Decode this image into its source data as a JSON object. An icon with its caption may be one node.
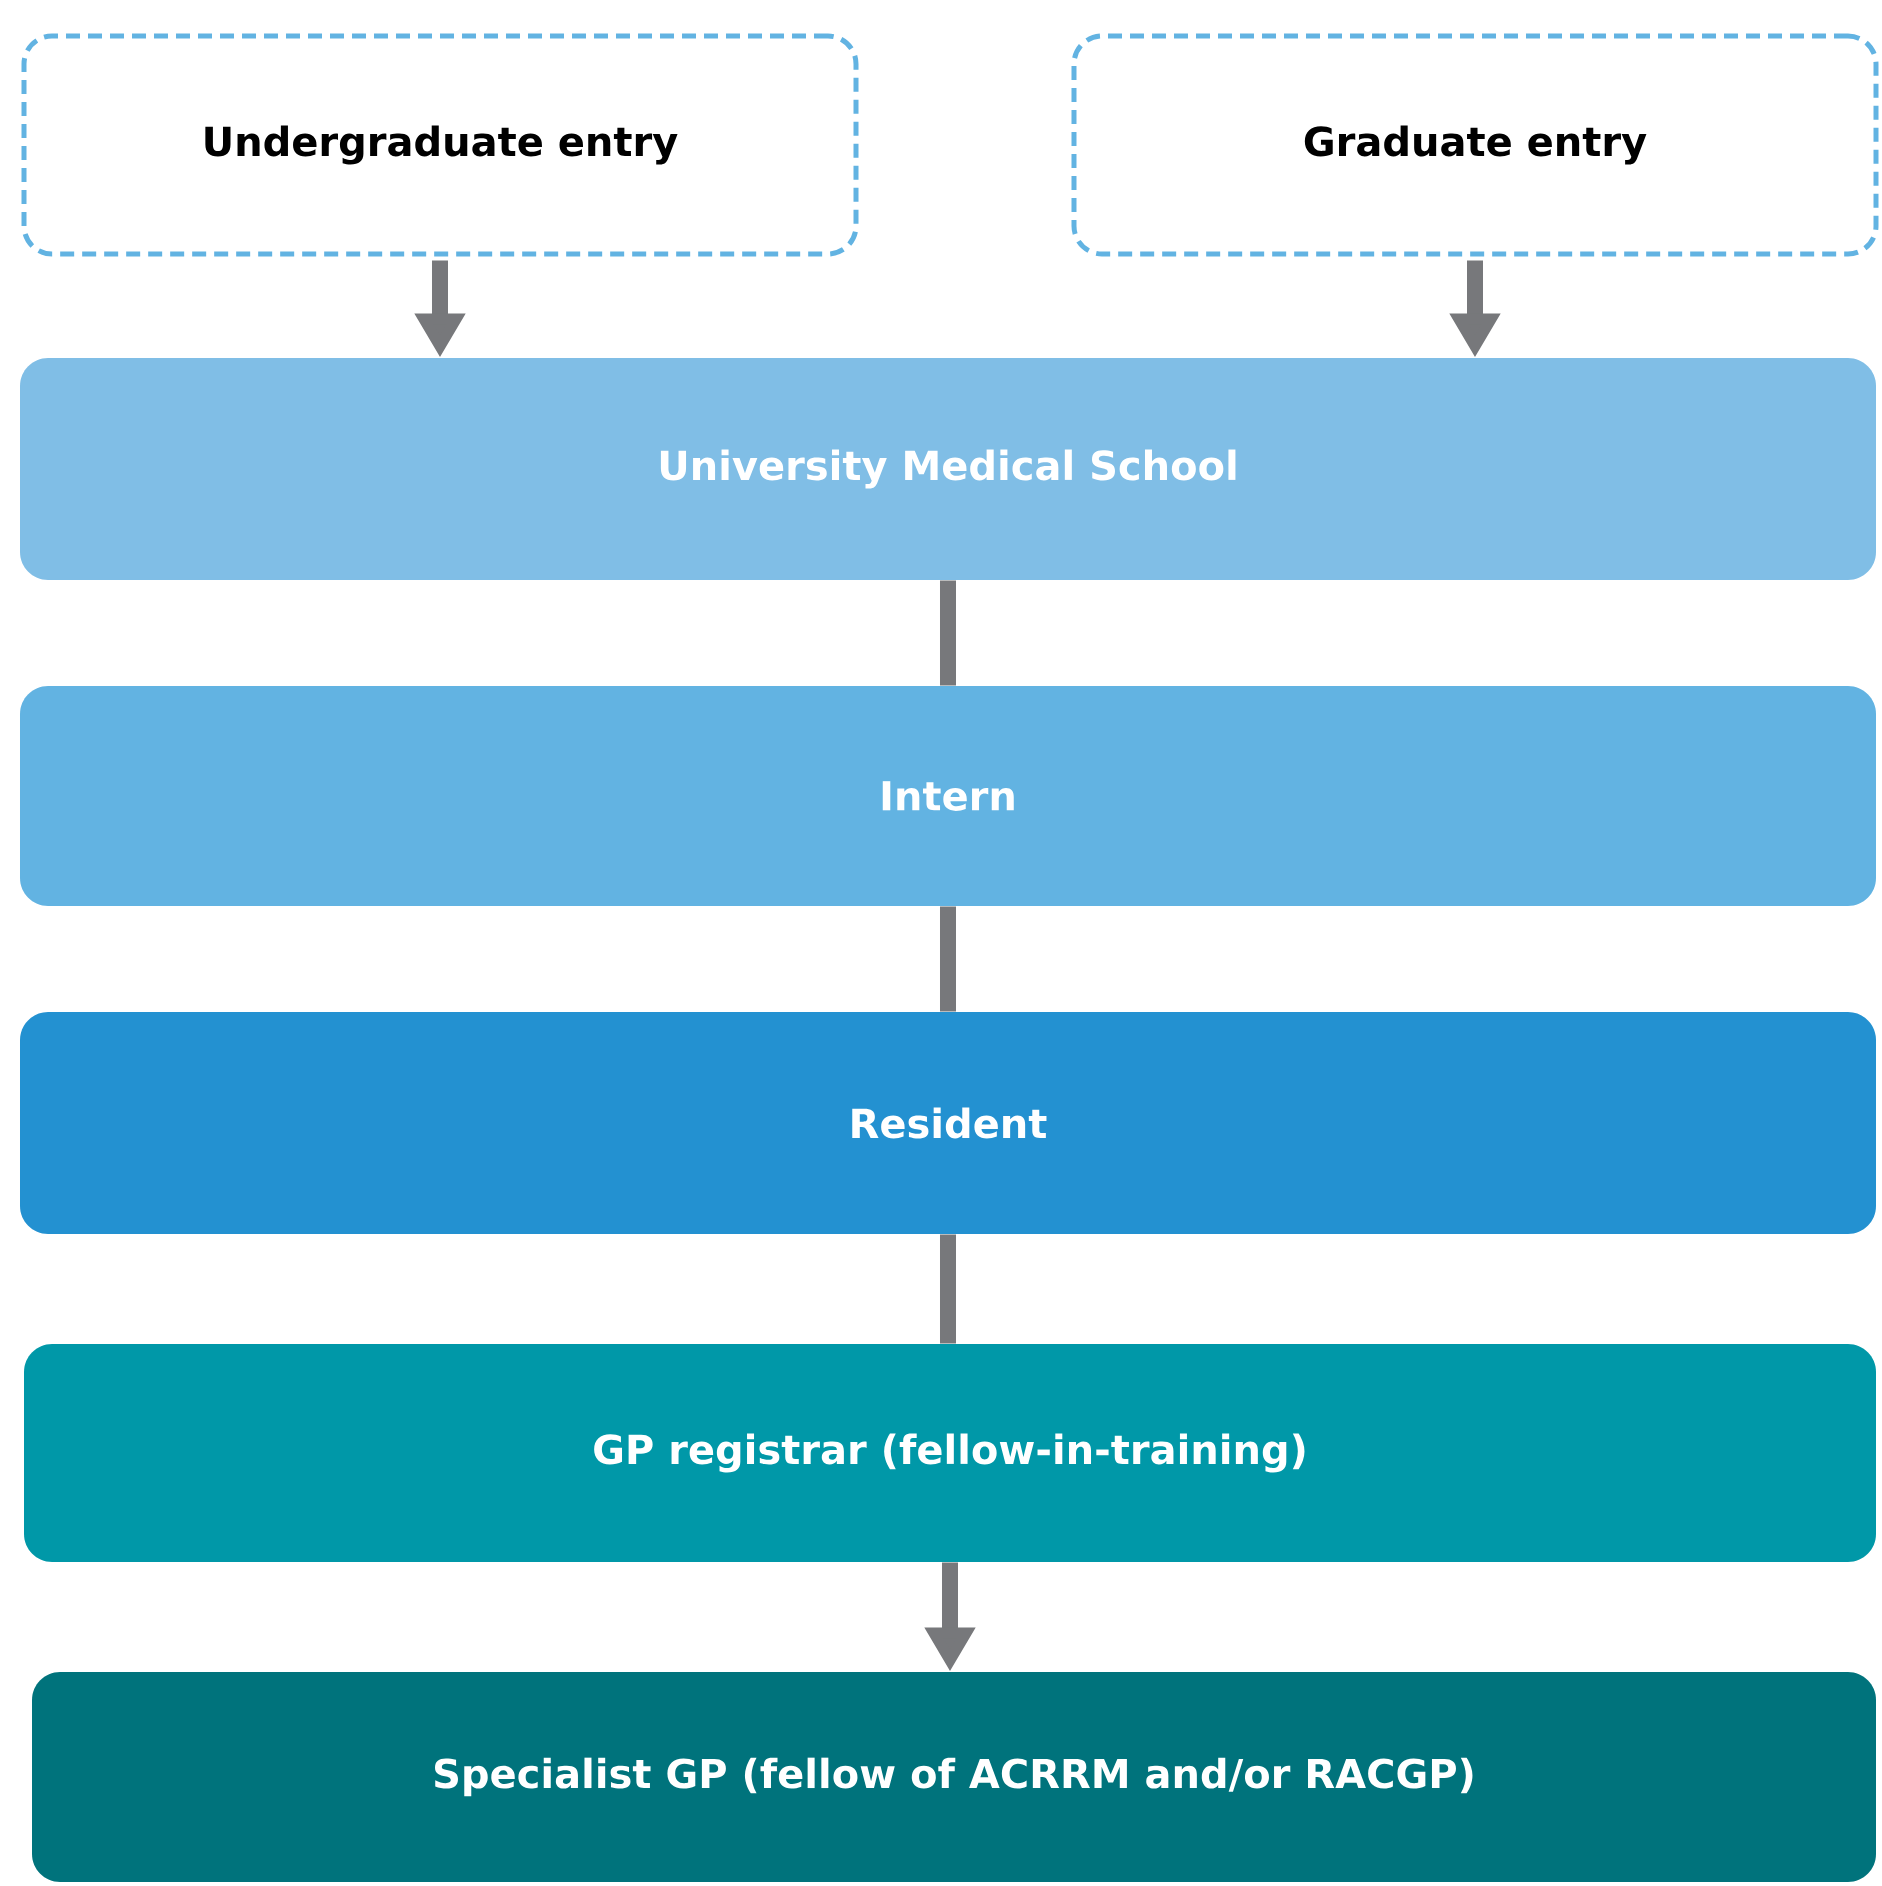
{
  "diagram": {
    "nodes": [
      {
        "text": [
          "Undergraduate entry"
        ]
      },
      {
        "text": [
          "Graduate entry"
        ]
      },
      {
        "text": [
          "University Medical School"
        ]
      },
      {
        "text": [
          "Intern"
        ]
      },
      {
        "text": [
          "Resident"
        ]
      },
      {
        "text": [
          "GP registrar (fellow-in-training)"
        ]
      },
      {
        "text": [
          "Specialist GP (fellow of ACRRM and/or RACGP)"
        ]
      }
    ],
    "edges": [
      {
        "from": 0,
        "to": 2,
        "arrow": "to"
      },
      {
        "from": 1,
        "to": 2,
        "arrow": "to"
      },
      {
        "from": 2,
        "to": 3,
        "arrow": "none"
      },
      {
        "from": 3,
        "to": 4,
        "arrow": "none"
      },
      {
        "from": 4,
        "to": 5,
        "arrow": "none"
      },
      {
        "from": 5,
        "to": 6,
        "arrow": "to"
      }
    ]
  }
}
